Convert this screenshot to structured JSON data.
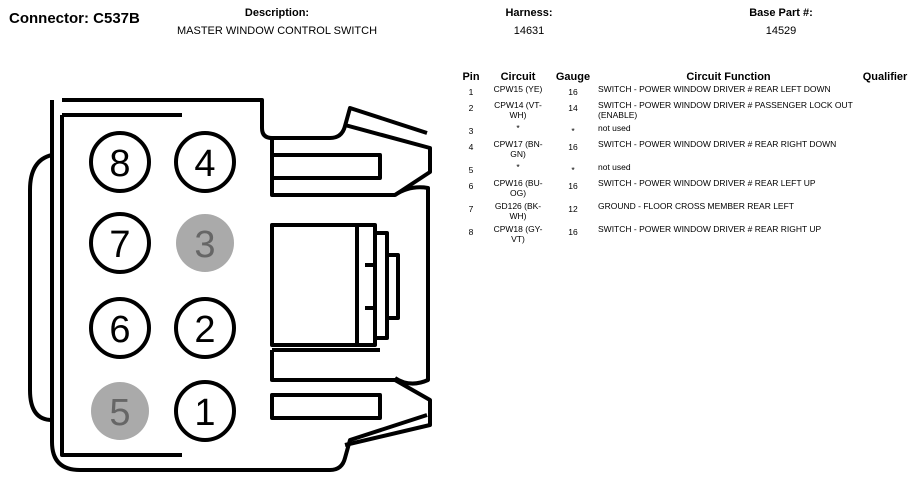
{
  "header": {
    "connector": "Connector: C537B",
    "description_label": "Description:",
    "description_value": "MASTER WINDOW CONTROL SWITCH",
    "harness_label": "Harness:",
    "harness_value": "14631",
    "base_part_label": "Base Part #:",
    "base_part_value": "14529"
  },
  "table": {
    "headers": {
      "pin": "Pin",
      "circuit": "Circuit",
      "gauge": "Gauge",
      "function": "Circuit Function",
      "qualifier": "Qualifier"
    },
    "rows": [
      {
        "pin": "1",
        "circuit": "CPW15 (YE)",
        "gauge": "16",
        "function": "SWITCH - POWER WINDOW DRIVER # REAR LEFT DOWN",
        "qualifier": ""
      },
      {
        "pin": "2",
        "circuit": "CPW14 (VT-WH)",
        "gauge": "14",
        "function": "SWITCH - POWER WINDOW DRIVER # PASSENGER LOCK OUT (ENABLE)",
        "qualifier": ""
      },
      {
        "pin": "3",
        "circuit": "*",
        "gauge": "*",
        "function": "not used",
        "qualifier": ""
      },
      {
        "pin": "4",
        "circuit": "CPW17 (BN-GN)",
        "gauge": "16",
        "function": "SWITCH - POWER WINDOW DRIVER # REAR RIGHT DOWN",
        "qualifier": ""
      },
      {
        "pin": "5",
        "circuit": "*",
        "gauge": "*",
        "function": "not used",
        "qualifier": ""
      },
      {
        "pin": "6",
        "circuit": "CPW16 (BU-OG)",
        "gauge": "16",
        "function": "SWITCH - POWER WINDOW DRIVER # REAR LEFT UP",
        "qualifier": ""
      },
      {
        "pin": "7",
        "circuit": "GD126 (BK-WH)",
        "gauge": "12",
        "function": "GROUND - FLOOR CROSS MEMBER REAR LEFT",
        "qualifier": ""
      },
      {
        "pin": "8",
        "circuit": "CPW18 (GY-VT)",
        "gauge": "16",
        "function": "SWITCH - POWER WINDOW DRIVER # REAR RIGHT UP",
        "qualifier": ""
      }
    ]
  },
  "diagram": {
    "pins": [
      {
        "label": "8",
        "used": true
      },
      {
        "label": "4",
        "used": true
      },
      {
        "label": "7",
        "used": true
      },
      {
        "label": "3",
        "used": false
      },
      {
        "label": "6",
        "used": true
      },
      {
        "label": "2",
        "used": true
      },
      {
        "label": "5",
        "used": false
      },
      {
        "label": "1",
        "used": true
      }
    ],
    "colors": {
      "outline": "#000000",
      "unused_pin_fill": "#aaaaaa",
      "unused_pin_text": "#666666"
    }
  }
}
